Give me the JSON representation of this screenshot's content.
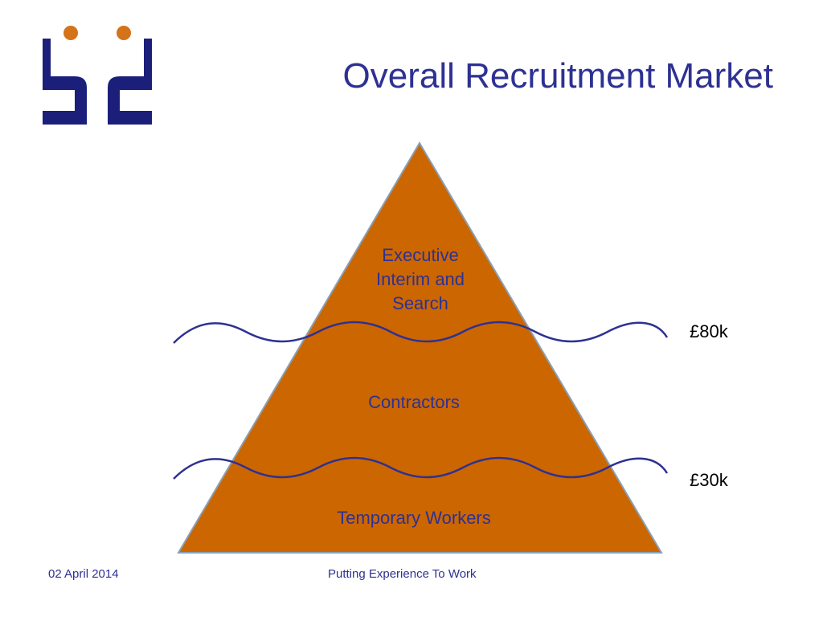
{
  "slide": {
    "title": "Overall Recruitment Market"
  },
  "logo": {
    "icon": "bd-logo-icon",
    "colors": {
      "bar": "#1b1f7a",
      "dot": "#d4731a"
    }
  },
  "pyramid": {
    "fill": "#cc6600",
    "edge": "#8aa0b4",
    "wave_color": "#2e3192",
    "tiers": {
      "top": {
        "label": [
          "Executive",
          "Interim and",
          "Search"
        ]
      },
      "middle": {
        "label": "Contractors"
      },
      "bottom": {
        "label": "Temporary Workers"
      }
    },
    "thresholds": {
      "upper": "£80k",
      "lower": "£30k"
    }
  },
  "footer": {
    "date": "02 April 2014",
    "tagline": "Putting Experience To Work"
  }
}
